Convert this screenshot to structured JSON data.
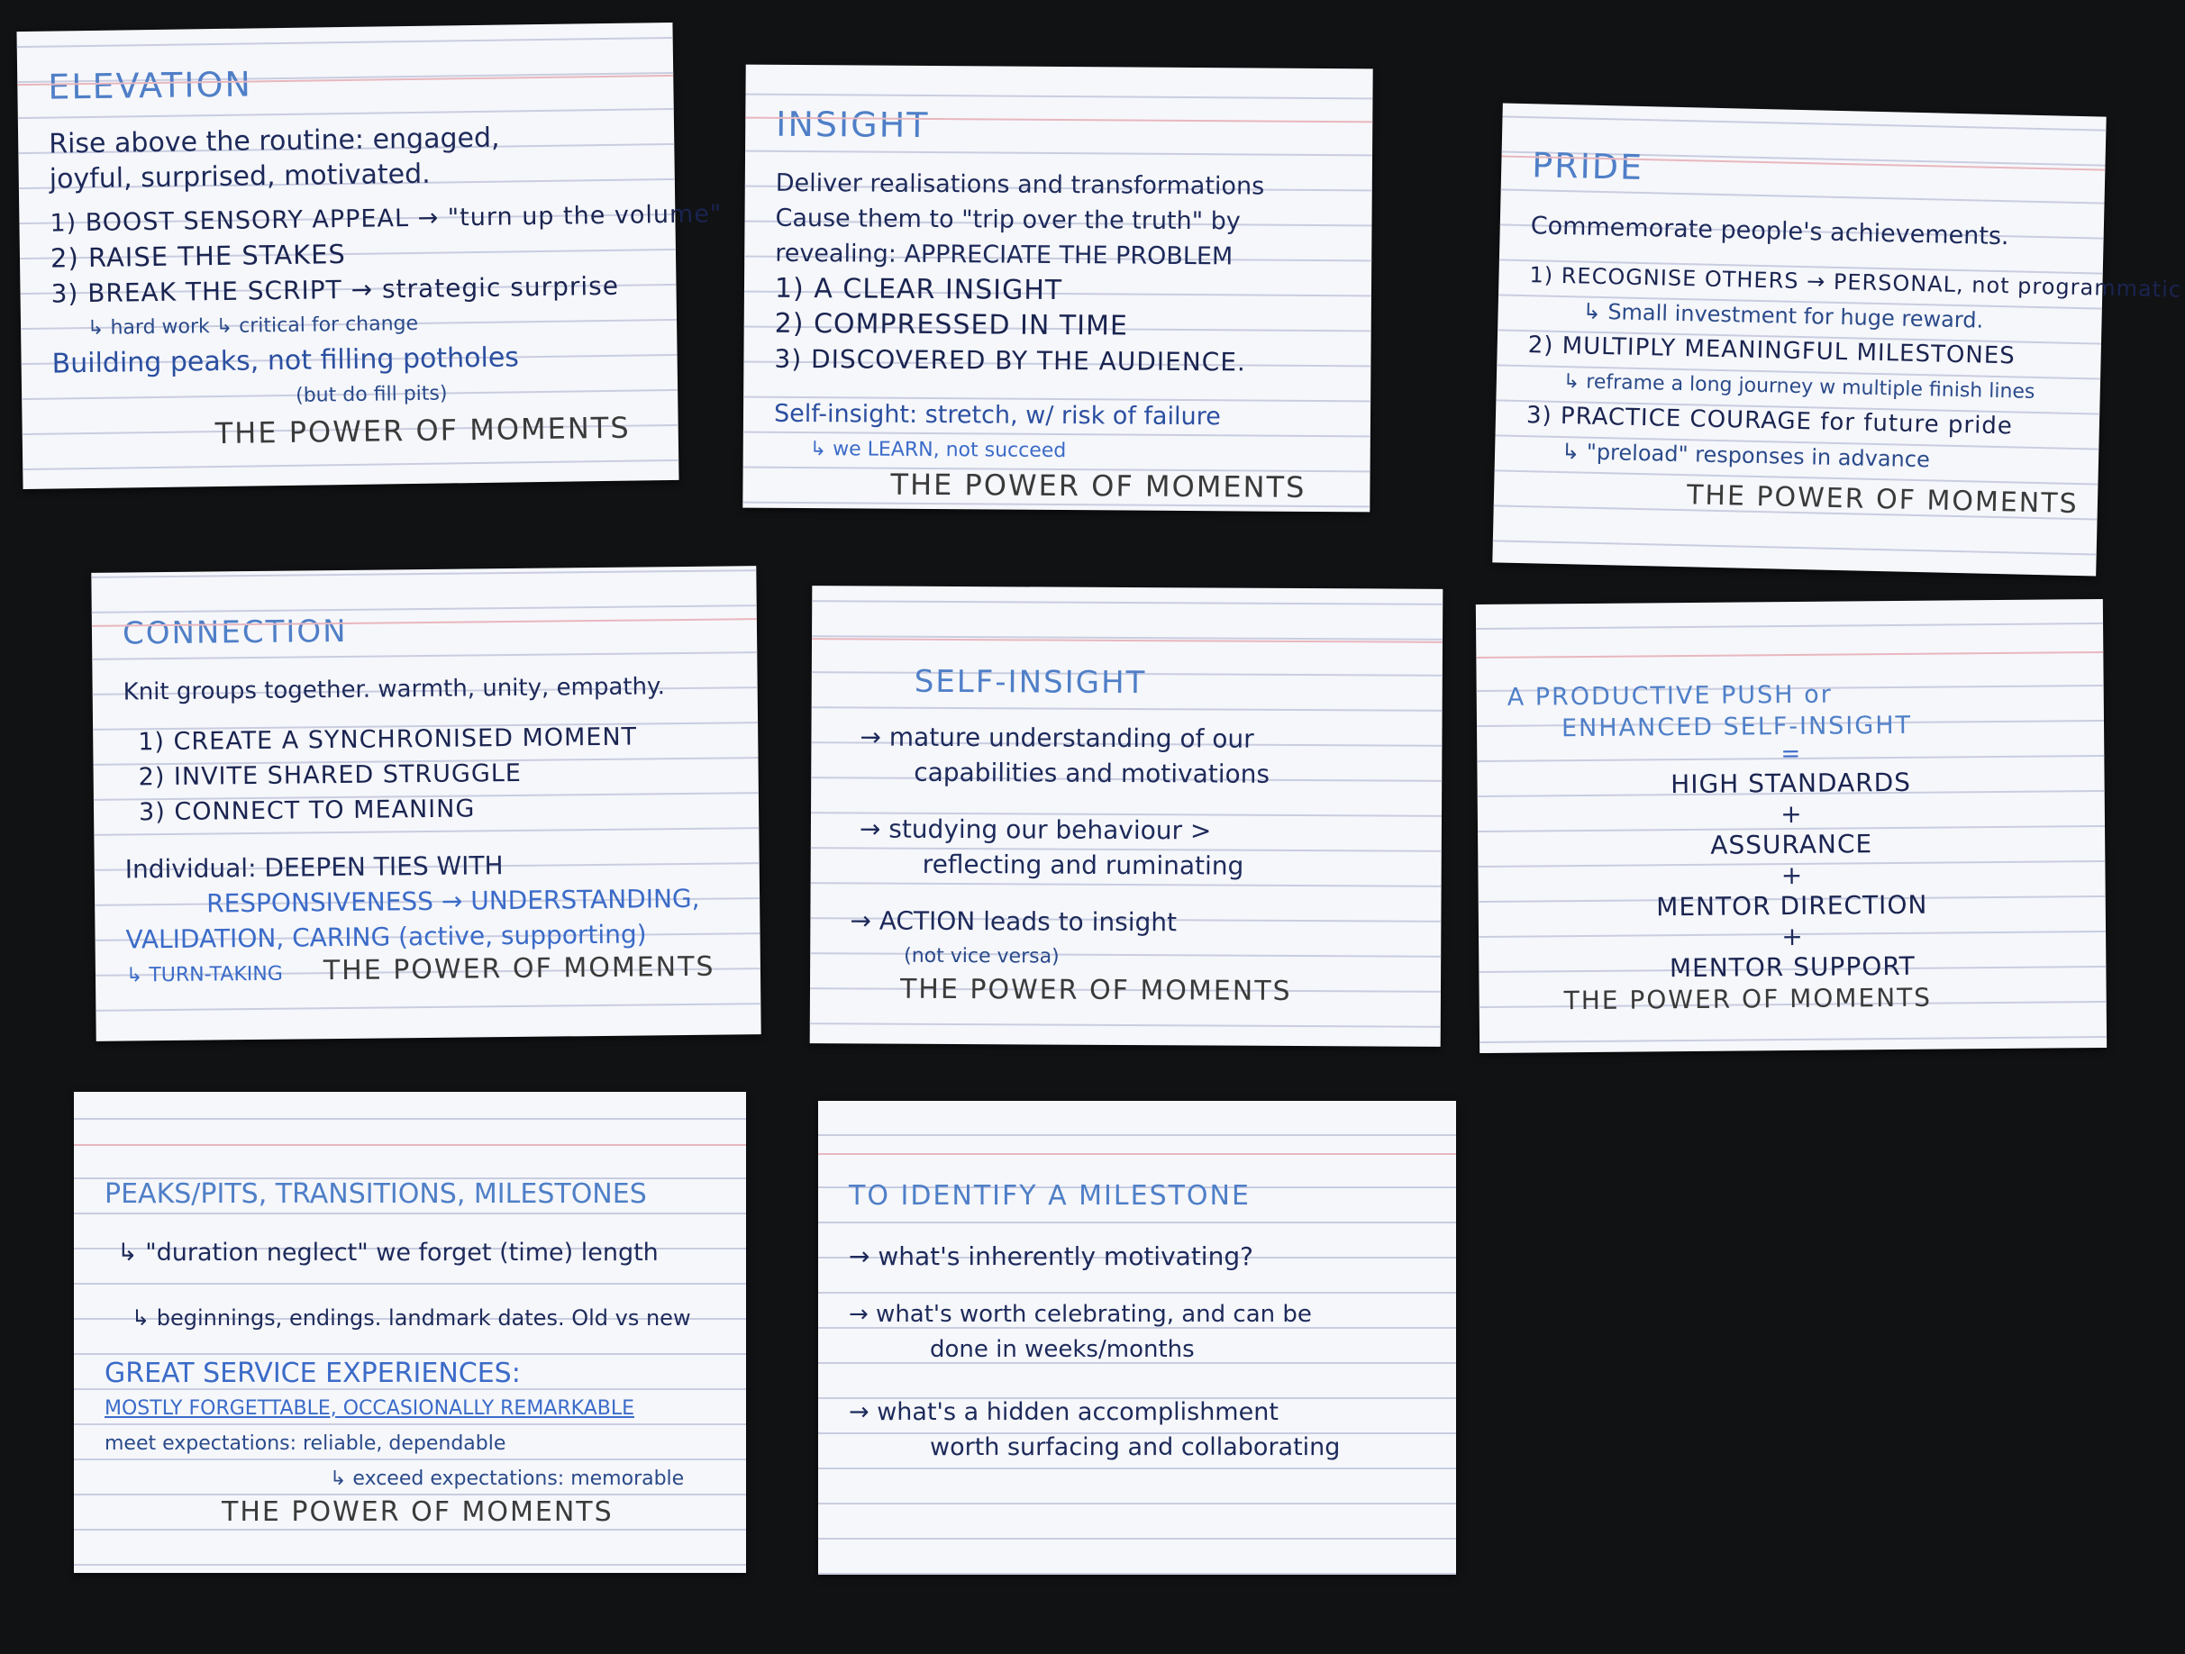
{
  "cards": {
    "elevation": {
      "title": "ELEVATION",
      "lines": [
        "Rise above the routine: engaged,",
        "joyful, surprised, motivated.",
        "1) BOOST SENSORY APPEAL → \"turn up the volume\"",
        "2) RAISE THE STAKES",
        "3) BREAK THE SCRIPT → strategic surprise",
        "↳ hard work  ↳ critical for change",
        "Building peaks, not filling potholes",
        "(but do fill pits)"
      ],
      "footer": "THE POWER OF MOMENTS"
    },
    "insight": {
      "title": "INSIGHT",
      "lines": [
        "Deliver realisations and transformations",
        "Cause them to \"trip over the truth\" by",
        "revealing: APPRECIATE THE PROBLEM",
        "1) A CLEAR INSIGHT",
        "2) COMPRESSED IN TIME",
        "3) DISCOVERED BY THE AUDIENCE.",
        "Self-insight: stretch, w/ risk of failure",
        "↳ we LEARN, not succeed"
      ],
      "footer": "THE POWER OF MOMENTS"
    },
    "pride": {
      "title": "PRIDE",
      "lines": [
        "Commemorate people's achievements.",
        "1) RECOGNISE OTHERS → PERSONAL, not programmatic",
        "↳ Small investment for huge reward.",
        "2) MULTIPLY MEANINGFUL MILESTONES",
        "↳ reframe a long journey w multiple finish lines",
        "3) PRACTICE COURAGE for future pride",
        "↳ \"preload\" responses in advance"
      ],
      "footer": "THE POWER OF MOMENTS"
    },
    "connection": {
      "title": "CONNECTION",
      "lines": [
        "Knit groups together. warmth, unity, empathy.",
        "1) CREATE A SYNCHRONISED MOMENT",
        "2) INVITE SHARED STRUGGLE",
        "3) CONNECT TO MEANING",
        "Individual: DEEPEN TIES WITH",
        "RESPONSIVENESS → UNDERSTANDING,",
        "VALIDATION, CARING (active, supporting)",
        "↳ TURN-TAKING"
      ],
      "footer": "THE POWER OF MOMENTS"
    },
    "self_insight": {
      "title": "SELF-INSIGHT",
      "lines": [
        "→ mature understanding of our",
        "capabilities and motivations",
        "→ studying our behaviour >",
        "reflecting and ruminating",
        "→ ACTION leads to insight",
        "(not vice versa)"
      ],
      "footer": "THE POWER OF MOMENTS"
    },
    "productive_push": {
      "title": "A PRODUCTIVE PUSH or",
      "title2": "ENHANCED SELF-INSIGHT",
      "lines": [
        "=",
        "HIGH STANDARDS",
        "+",
        "ASSURANCE",
        "+",
        "MENTOR DIRECTION",
        "+",
        "MENTOR SUPPORT"
      ],
      "footer": "THE POWER OF MOMENTS"
    },
    "peaks": {
      "title": "PEAKS/PITS, TRANSITIONS, MILESTONES",
      "lines": [
        "↳ \"duration neglect\" we forget (time) length",
        "↳ beginnings, endings. landmark dates. Old vs new",
        "GREAT SERVICE EXPERIENCES:",
        "MOSTLY FORGETTABLE, OCCASIONALLY REMARKABLE",
        "meet expectations: reliable, dependable",
        "↳ exceed expectations: memorable"
      ],
      "footer": "THE POWER OF MOMENTS"
    },
    "milestone": {
      "title": "TO IDENTIFY A MILESTONE",
      "lines": [
        "→ what's inherently motivating?",
        "→ what's worth celebrating, and can be",
        "done in weeks/months",
        "→ what's a hidden accomplishment",
        "worth surfacing and collaborating"
      ],
      "footer": ""
    }
  }
}
